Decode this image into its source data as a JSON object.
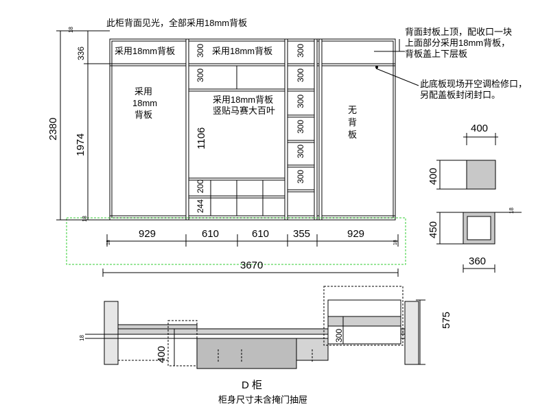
{
  "notes": {
    "top": "此柜背面见光，全部采用18mm背板",
    "right_top_1": "背面封板上顶，配收口一块",
    "right_top_2": "上面部分采用18mm背板，",
    "right_top_3": "背板盖上下层板",
    "right_mid_1": "此底板现场开空调检修口，",
    "right_mid_2": "另配盖板封闭封口。",
    "inside_top_left": "采用18mm背板",
    "inside_top_mid": "采用18mm背板",
    "inside_left_1": "采用",
    "inside_left_2": "18mm",
    "inside_left_3": "背板",
    "inside_mid_1": "采用18mm背板",
    "inside_mid_2": "竖贴马赛大百叶",
    "inside_right_1": "无",
    "inside_right_2": "背",
    "inside_right_3": "板"
  },
  "dims": {
    "total_height": "2380",
    "top_height": "336",
    "lower_height": "1974",
    "w1": "929",
    "w2": "610",
    "w3": "610",
    "w4": "355",
    "w5": "929",
    "total_width": "3670",
    "shelf_300a": "300",
    "shelf_300b": "300",
    "mid_1106": "1106",
    "mid_200": "200",
    "mid_244": "244",
    "col_300_1": "300",
    "col_300_2": "300",
    "col_300_3": "300",
    "col_300_4": "300",
    "col_300_5": "300",
    "col_300_6": "300",
    "detail_400_top": "400",
    "detail_400_side": "400",
    "detail_450": "450",
    "detail_360": "360",
    "detail_small": "18",
    "plan_575": "575",
    "plan_400": "400",
    "plan_300": "300",
    "plan_small": "18",
    "edge_small_1": "18",
    "edge_small_2": "18",
    "edge_small_3": "18",
    "edge_small_4": "18"
  },
  "footer": {
    "title": "D 柜",
    "subtitle": "柜身尺寸未含掩门抽屉"
  }
}
